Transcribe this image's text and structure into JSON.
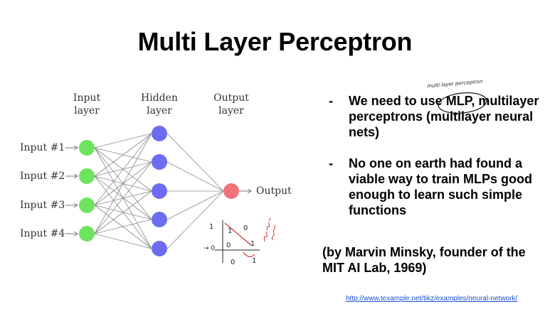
{
  "slide": {
    "title": "Multi Layer Perceptron",
    "layers": {
      "input": [
        "Input",
        "layer"
      ],
      "hidden": [
        "Hidden",
        "layer"
      ],
      "output": [
        "Output",
        "layer"
      ]
    },
    "inputs": [
      "Input #1",
      "Input #2",
      "Input #3",
      "Input #4"
    ],
    "output_label": "Output",
    "bullets": [
      {
        "dash": "-",
        "text": "We need to use MLP, multilayer perceptrons (multilayer neural nets)"
      },
      {
        "dash": "-",
        "text": "No one on earth had found a viable way to train MLPs good enough to learn such simple functions"
      }
    ],
    "citation": "(by Marvin Minsky, founder of the MIT AI Lab, 1969)",
    "link": "http://www.texample.net/tikz/examples/neural-network/",
    "annotation_top": "multi layer perceptron",
    "sketch": {
      "labels": [
        "1",
        "1",
        "0",
        "0",
        "1",
        "0",
        "1"
      ],
      "note": "→ 0"
    },
    "colors": {
      "input_node": "#6ee35e",
      "hidden_node": "#6c6cf0",
      "output_node": "#f0737b",
      "edge": "#8a8a8a",
      "ink_red": "#d63232",
      "ink_black": "#222222"
    }
  }
}
